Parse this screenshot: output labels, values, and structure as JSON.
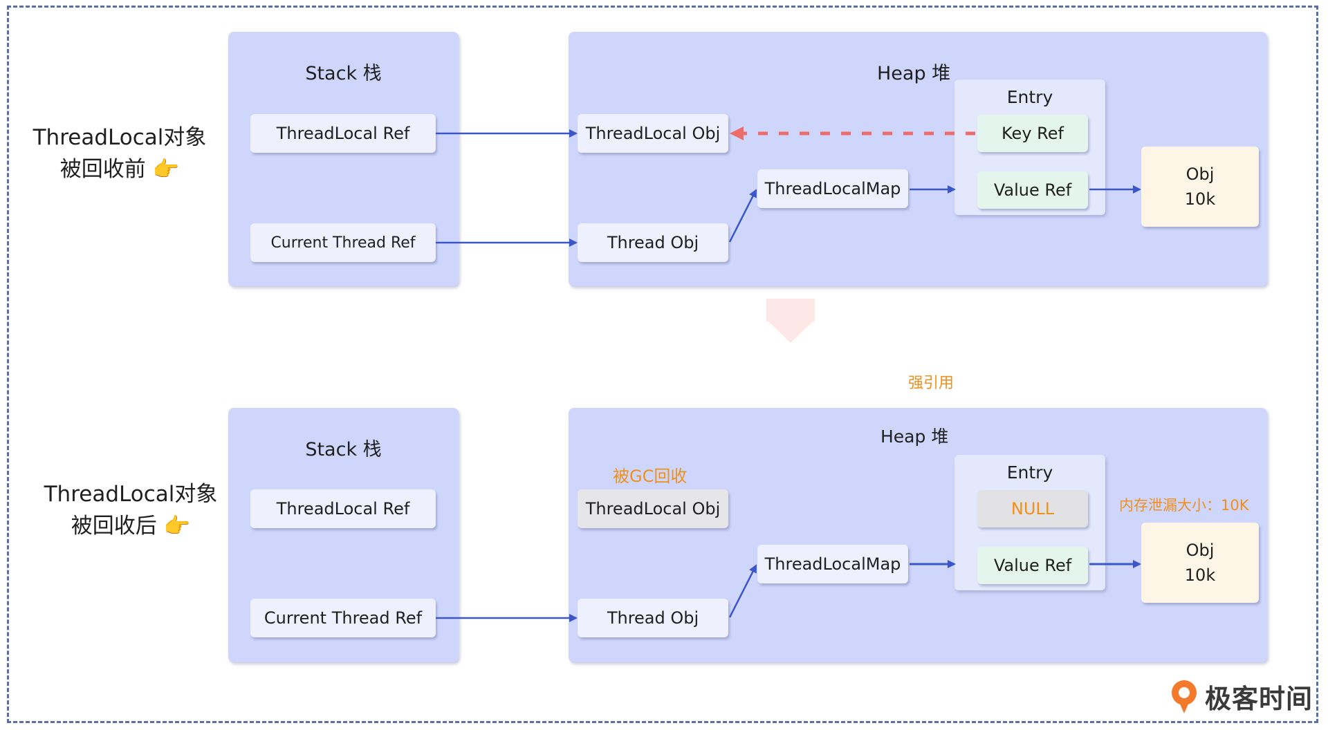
{
  "before": {
    "side_label_line1": "ThreadLocal对象",
    "side_label_line2": "被回收前 👉",
    "stack_title": "Stack 栈",
    "stack_threadlocal_ref": "ThreadLocal Ref",
    "stack_current_thread_ref": "Current Thread Ref",
    "heap_title": "Heap  堆",
    "threadlocal_obj": "ThreadLocal Obj",
    "thread_obj": "Thread Obj",
    "threadlocalmap": "ThreadLocalMap",
    "entry_title": "Entry",
    "key_ref": "Key Ref",
    "value_ref": "Value Ref",
    "obj_line1": "Obj",
    "obj_line2": "10k"
  },
  "middle": {
    "strong_ref_label": "强引用"
  },
  "after": {
    "side_label_line1": "ThreadLocal对象",
    "side_label_line2": "被回收后 👉",
    "stack_title": "Stack 栈",
    "stack_threadlocal_ref": "ThreadLocal Ref",
    "stack_current_thread_ref": "Current Thread Ref",
    "heap_title": "Heap  堆",
    "gc_label": "被GC回收",
    "threadlocal_obj": "ThreadLocal Obj",
    "thread_obj": "Thread Obj",
    "threadlocalmap": "ThreadLocalMap",
    "entry_title": "Entry",
    "null_ref": "NULL",
    "value_ref": "Value Ref",
    "leak_label": "内存泄漏大小：10K",
    "obj_line1": "Obj",
    "obj_line2": "10k"
  },
  "brand": {
    "logo_text": "极客时间"
  },
  "colors": {
    "panel": "#cfd6fb",
    "arrow": "#3a56c8",
    "weak_arrow": "#ec6b6b",
    "accent_orange": "#f0901c"
  }
}
